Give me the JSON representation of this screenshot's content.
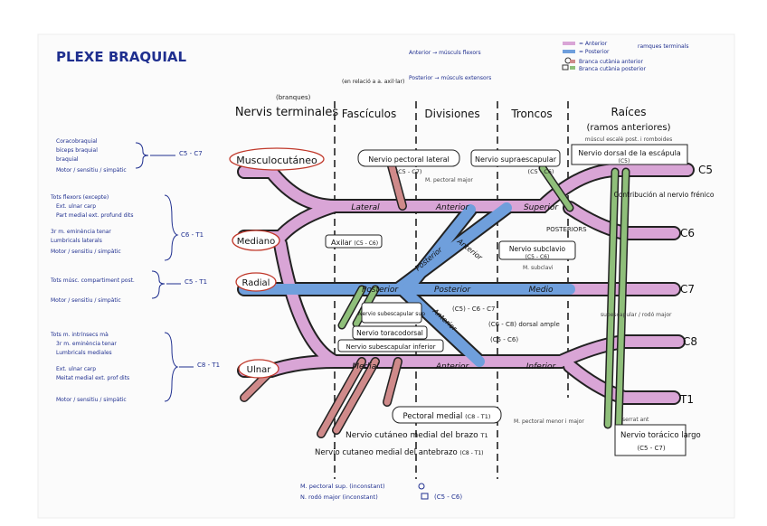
{
  "title": "PLEXE BRAQUIAL",
  "legend": {
    "anterior": "= Anterior",
    "posterior": "= Posterior",
    "branch_terminal_bracket": "ramques terminals",
    "anterior_branch": "Branca cutània anterior",
    "posterior_branch": "Branca cutània posterior"
  },
  "notes_top": {
    "anterior": "Anterior → músculs flexors",
    "posterior": "Posterior → músculs extensors"
  },
  "headers": {
    "terminal_small": "(branques)",
    "terminal": "Nervis terminales",
    "fasc_small": "(en relació a a. axil·lar)",
    "fasciculos": "Fascículos",
    "divisiones": "Divisiones",
    "troncos": "Troncos",
    "raices": "Raíces",
    "raices_sub": "(ramos anteriores)",
    "raices_note": "múscul escalè post. i romboides"
  },
  "roots": [
    "C5",
    "C6",
    "C7",
    "C8",
    "T1"
  ],
  "terminals": [
    "Musculocutáneo",
    "Mediano",
    "Radial",
    "Ulnar"
  ],
  "trunks": [
    "Superior",
    "Medio",
    "Inferior"
  ],
  "cords": [
    "Lateral",
    "Posterior",
    "Medial"
  ],
  "divisions": [
    "Anterior",
    "Anterior",
    "Posterior",
    "Posterior",
    "Anterior",
    "Anterior"
  ],
  "posteriores_label": "POSTERIORS",
  "nerves": {
    "pectoral_lateral": "Nervio pectoral lateral",
    "pectoral_lateral_roots": "(C5 - C7)",
    "pectoral_lateral_target": "M. pectoral major",
    "supraescapular": "Nervio supraescapular",
    "supraescapular_roots": "(C5 - C6)",
    "dorsal_escapula": "Nervio dorsal de la escápula",
    "dorsal_escapula_roots": "(C5)",
    "frenico": "Contribución al nervio frénico",
    "subclavio": "Nervio subclavio",
    "subclavio_roots": "(C5 - C6)",
    "subclavio_target": "M. subclavi",
    "axilar": "Axilar",
    "axilar_roots": "(C5 - C6)",
    "subescapular_sup": "Nervio subescapular sup",
    "toracodorsal": "Nervio toracodorsal",
    "subescapular_inf": "Nervio subescapular inferior",
    "c5c6c7": "(C5) - C6 - C7",
    "c6c8": "(C6 - C8) dorsal ample",
    "c5c6": "(C5 - C6)",
    "pectoral_medial": "Pectoral medial",
    "pectoral_medial_roots": "(C8 - T1)",
    "pectoral_medial_target": "M. pectoral menor i major",
    "cutaneo_brazo": "Nervio cutáneo medial del brazo",
    "cutaneo_brazo_root": "T1",
    "cutaneo_antebrazo": "Nervio cutaneo medial del antebrazo",
    "cutaneo_antebrazo_roots": "(C8 - T1)",
    "toracico_largo": "Nervio torácico largo",
    "toracico_largo_roots": "(C5 - C7)",
    "serrat": "serrat ant",
    "subescapular_note": "subescapular / rodó major"
  },
  "side_notes": {
    "musculo": [
      "Coracobraquial",
      "bíceps braquial",
      "braquial",
      "Motor / sensitiu / simpàtic"
    ],
    "musculo_roots": "C5 - C7",
    "mediano": [
      "Tots flexors (excepte)",
      "Ext. ulnar carp",
      "Part medial ext. profund dits",
      "3r m. eminència tenar",
      "Lumbricals laterals",
      "Motor / sensitiu / simpàtic"
    ],
    "mediano_roots": "C6 - T1",
    "radial": [
      "Tots músc. compartiment post.",
      "Motor / sensitiu / simpàtic"
    ],
    "radial_roots": "C5 - T1",
    "ulnar": [
      "Tots m. intrínsecs mà",
      "3r m. eminència tenar",
      "Lumbricals mediales",
      "Ext. ulnar carp",
      "Meitat medial ext. prof dits",
      "Motor / sensitiu / simpàtic"
    ],
    "ulnar_roots": "C8 - T1"
  },
  "bottom_notes": {
    "line1": "M. pectoral sup. (inconstant)",
    "line2": "N. rodó major (inconstant)",
    "line2_roots": "(C5 - C6)"
  },
  "colors": {
    "anterior": "#d9a5d6",
    "posterior": "#6f9fdc",
    "pink_nerve": "#cf8a8a",
    "green": "#8fbf7a",
    "ink": "#1a1a1a",
    "title": "#1f2f8f"
  }
}
